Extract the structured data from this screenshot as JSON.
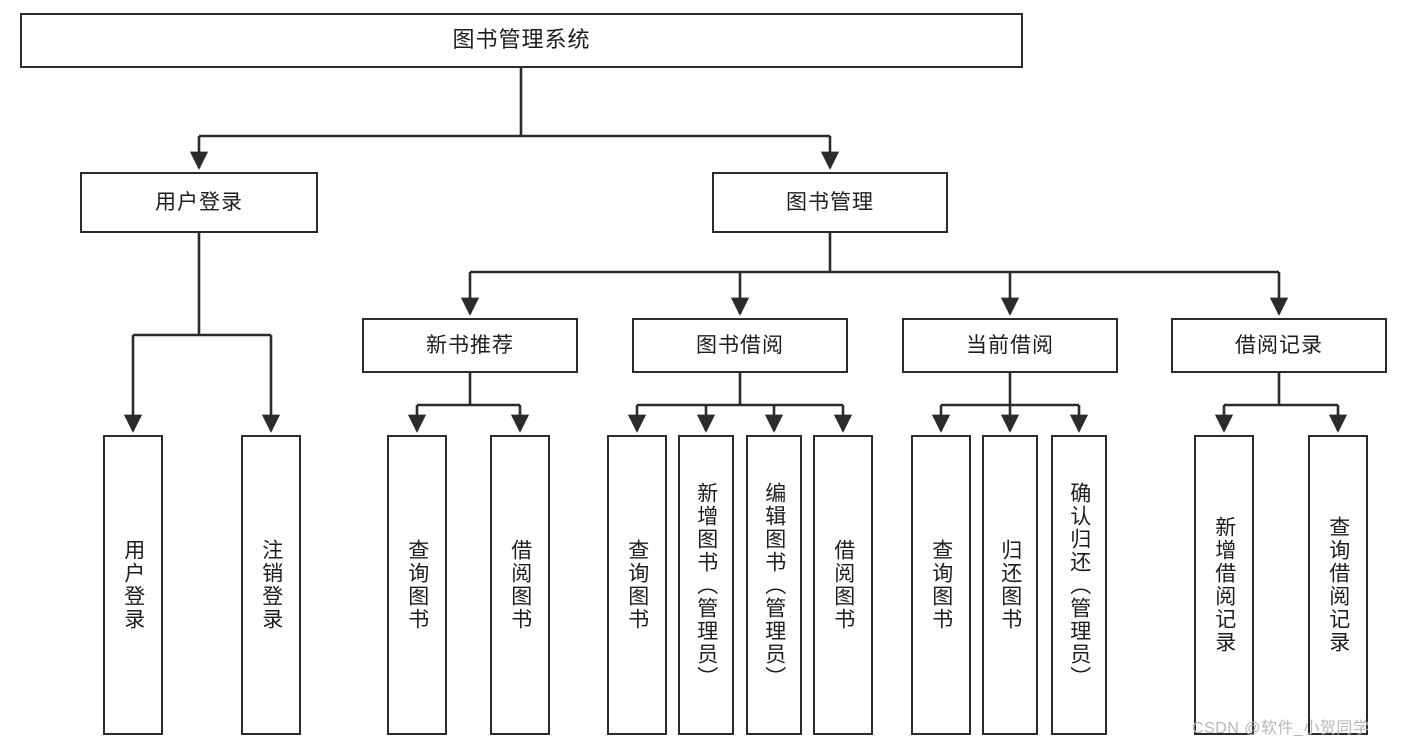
{
  "diagram": {
    "title": "图书管理系统",
    "watermark": "CSDN @软件_小贺同学",
    "colors": {
      "stroke": "#2b2b2b",
      "fill": "#ffffff",
      "text": "#1d1d1d",
      "watermark": "#b9b9b9"
    },
    "nodes": {
      "root": {
        "label": "图书管理系统"
      },
      "level1": [
        {
          "id": "user-login",
          "label": "用户登录"
        },
        {
          "id": "book-manage",
          "label": "图书管理"
        }
      ],
      "level2": [
        {
          "id": "new-book-recommend",
          "label": "新书推荐"
        },
        {
          "id": "book-borrow",
          "label": "图书借阅"
        },
        {
          "id": "current-borrow",
          "label": "当前借阅"
        },
        {
          "id": "borrow-record",
          "label": "借阅记录"
        }
      ],
      "leaves": {
        "user_login": [
          {
            "id": "leaf-user-login",
            "label": "用户登录"
          },
          {
            "id": "leaf-logout-login",
            "label": "注销登录"
          }
        ],
        "new_book_recommend": [
          {
            "id": "leaf-query-book-1",
            "label": "查询图书"
          },
          {
            "id": "leaf-borrow-book-1",
            "label": "借阅图书"
          }
        ],
        "book_borrow": [
          {
            "id": "leaf-query-book-2",
            "label": "查询图书"
          },
          {
            "id": "leaf-add-book",
            "label": "新增图书（管理员）"
          },
          {
            "id": "leaf-edit-book",
            "label": "编辑图书（管理员）"
          },
          {
            "id": "leaf-borrow-book-2",
            "label": "借阅图书"
          }
        ],
        "current_borrow": [
          {
            "id": "leaf-query-book-3",
            "label": "查询图书"
          },
          {
            "id": "leaf-return-book",
            "label": "归还图书"
          },
          {
            "id": "leaf-confirm-return",
            "label": "确认归还（管理员）"
          }
        ],
        "borrow_record": [
          {
            "id": "leaf-add-record",
            "label": "新增借阅记录"
          },
          {
            "id": "leaf-query-record",
            "label": "查询借阅记录"
          }
        ]
      }
    }
  }
}
